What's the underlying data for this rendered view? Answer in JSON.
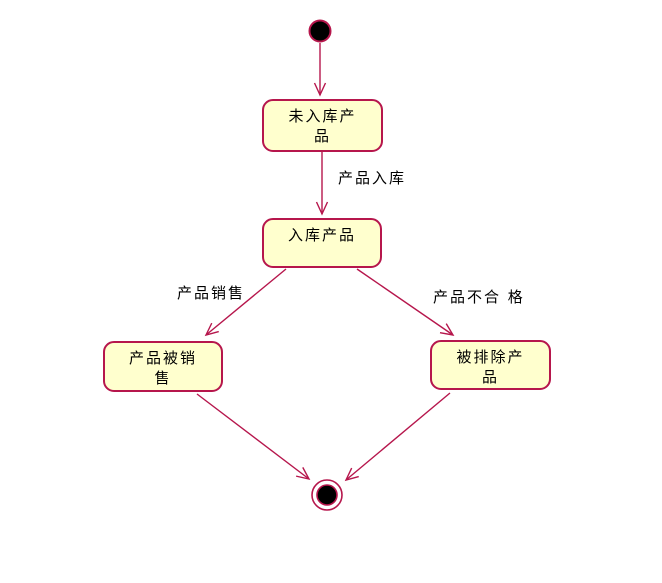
{
  "diagram": {
    "kind": "uml-state-diagram",
    "colors": {
      "stroke": "#b6164c",
      "node_fill": "#ffffce",
      "text": "#000000",
      "background": "#ffffff"
    },
    "nodes": {
      "initial": {
        "kind": "initial-state"
      },
      "unstocked": {
        "kind": "state",
        "label": "未入库产\n品"
      },
      "stocked": {
        "kind": "state",
        "label": "入库产品"
      },
      "sold": {
        "kind": "state",
        "label": "产品被销\n售"
      },
      "excluded": {
        "kind": "state",
        "label": "被排除产\n品"
      },
      "final": {
        "kind": "final-state"
      }
    },
    "edges": {
      "initial_to_unstocked": {
        "from": "initial",
        "to": "unstocked",
        "label": ""
      },
      "stock_in": {
        "from": "unstocked",
        "to": "stocked",
        "label": "产品入库"
      },
      "sale": {
        "from": "stocked",
        "to": "sold",
        "label": "产品销售"
      },
      "unqualified": {
        "from": "stocked",
        "to": "excluded",
        "label": "产品不合 格"
      },
      "sold_to_final": {
        "from": "sold",
        "to": "final",
        "label": ""
      },
      "excluded_to_final": {
        "from": "excluded",
        "to": "final",
        "label": ""
      }
    }
  }
}
